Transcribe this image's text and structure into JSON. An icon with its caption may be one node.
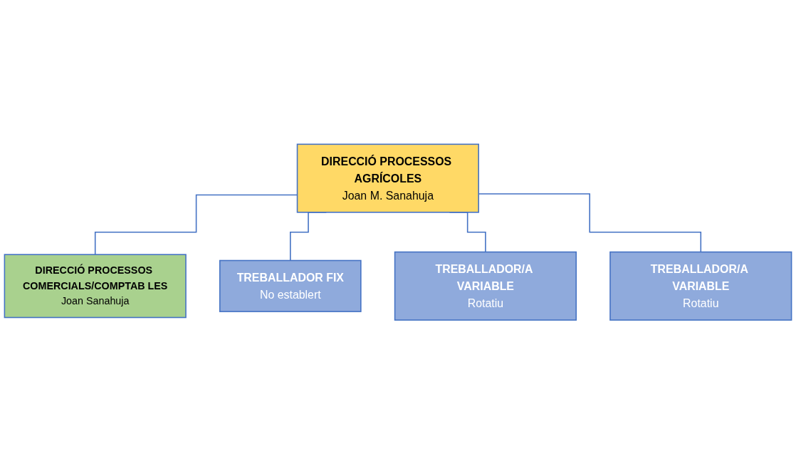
{
  "diagram": {
    "nodes": [
      {
        "text": [
          "DIRECCIÓ PROCESSOS AGRÍCOLES",
          "Joan M. Sanahuja"
        ]
      },
      {
        "text": [
          "DIRECCIÓ PROCESSOS COMERCIALS/COMPTAB LES",
          "Joan Sanahuja"
        ]
      },
      {
        "text": [
          "TREBALLADOR FIX",
          "No establert"
        ]
      },
      {
        "text": [
          "TREBALLADOR/A VARIABLE",
          "Rotatiu"
        ]
      },
      {
        "text": [
          "TREBALLADOR/A VARIABLE",
          "Rotatiu"
        ]
      }
    ],
    "edges": [
      {
        "from": 0,
        "to": 1,
        "arrow": "none"
      },
      {
        "from": 0,
        "to": 2,
        "arrow": "none"
      },
      {
        "from": 0,
        "to": 3,
        "arrow": "none"
      },
      {
        "from": 0,
        "to": 4,
        "arrow": "none"
      }
    ]
  }
}
